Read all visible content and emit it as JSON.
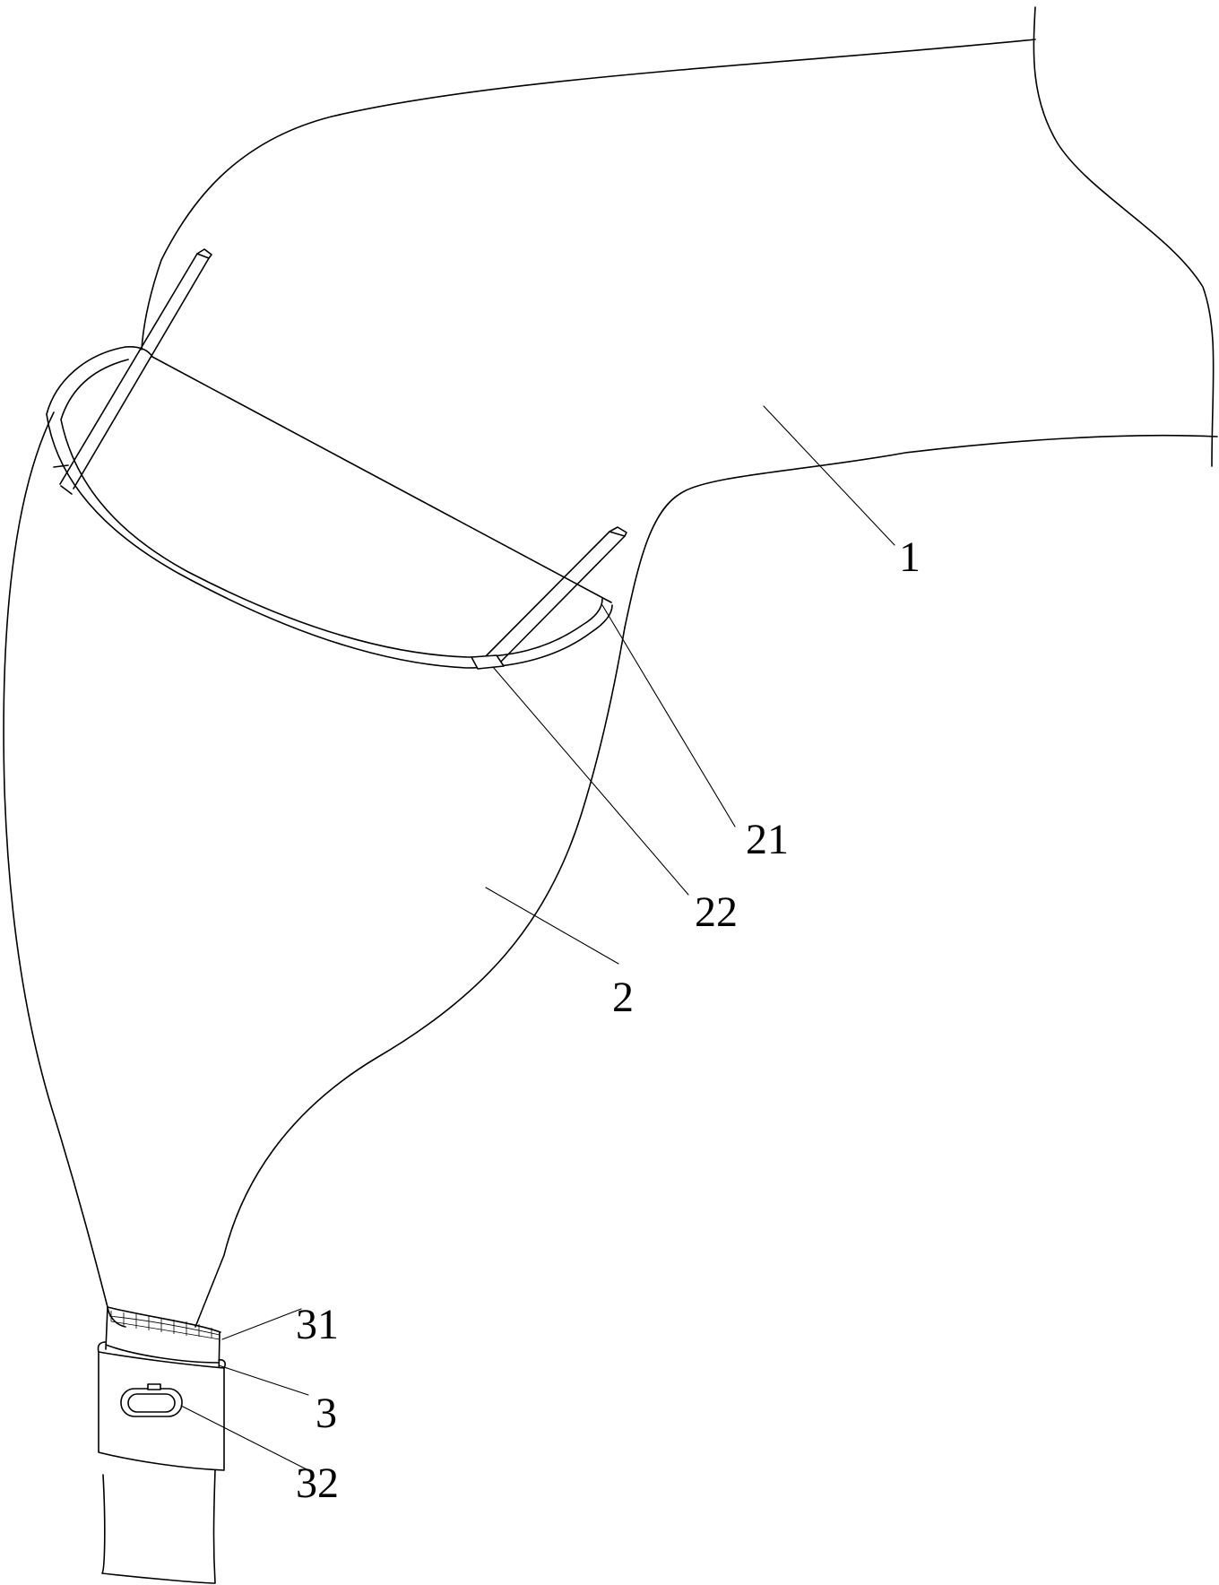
{
  "figure": {
    "labels": {
      "part_1": "1",
      "part_2": "2",
      "part_21": "21",
      "part_22": "22",
      "part_3": "3",
      "part_31": "31",
      "part_32": "32"
    },
    "colors": {
      "line": "#000000",
      "background": "#ffffff"
    }
  }
}
